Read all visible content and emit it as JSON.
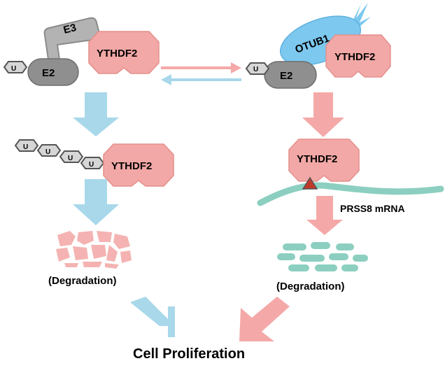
{
  "labels": {
    "e3": "E3",
    "e2_left": "E2",
    "e2_right": "E2",
    "otub1": "OTUB1",
    "ythdf2_top_left": "YTHDF2",
    "ythdf2_top_right": "YTHDF2",
    "ythdf2_mid_left": "YTHDF2",
    "ythdf2_mid_right": "YTHDF2",
    "ubiquitin": "U",
    "prss8": "PRSS8 mRNA",
    "degradation_left": "(Degradation)",
    "degradation_right": "(Degradation)",
    "cell_proliferation": "Cell Proliferation"
  },
  "colors": {
    "blue_arrow": "#a8d8ea",
    "pink_arrow": "#f4a9a8",
    "ythdf2_fill": "#f2a8a6",
    "e2_gray": "#8f8f8f",
    "e3_gray": "#b3b3b3",
    "otub1_blue": "#7cc8ef",
    "mrna_teal": "#8ccfc0",
    "marker_red": "#c0392b"
  },
  "icons": {
    "ubiquitin": "hexagon-icon",
    "m6a_site": "triangle-marker-icon"
  }
}
